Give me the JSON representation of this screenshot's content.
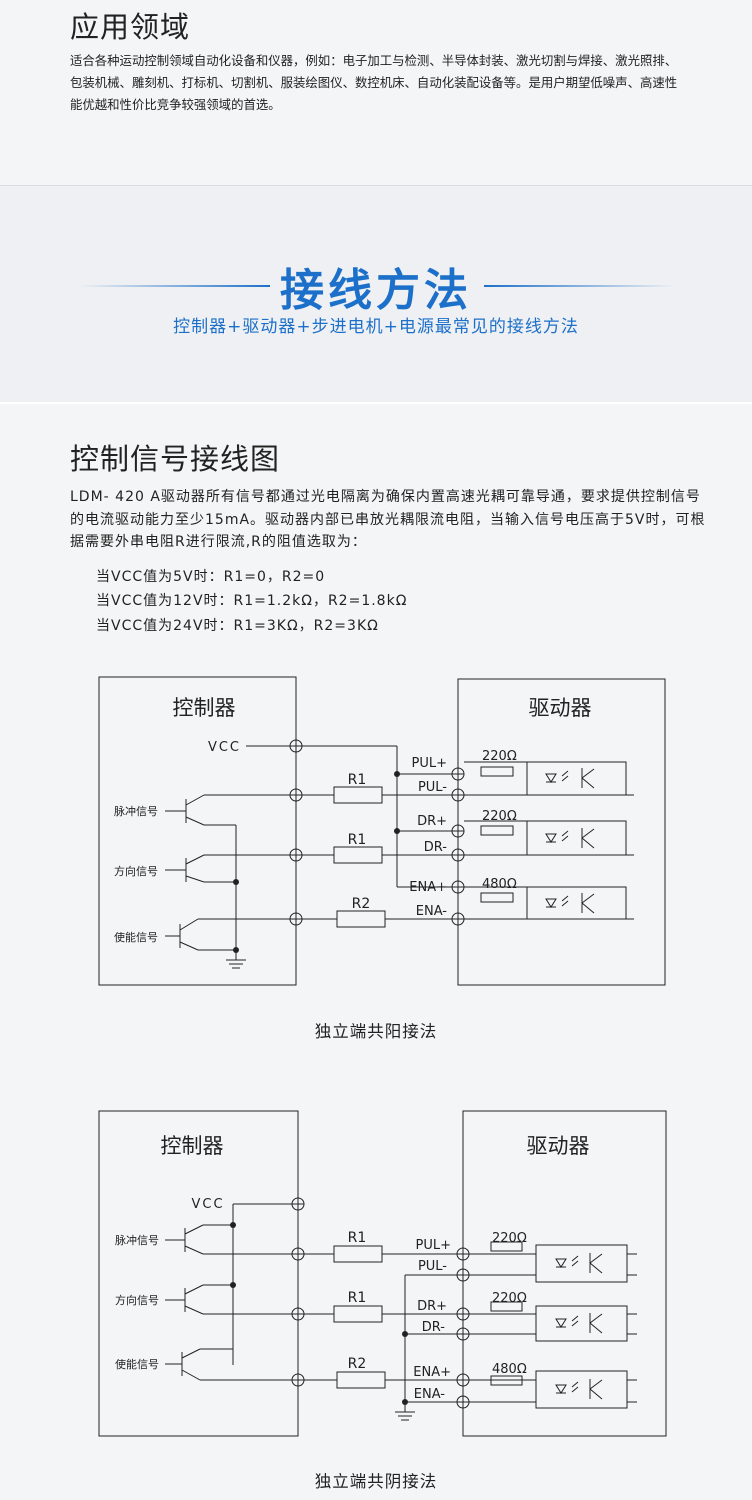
{
  "application": {
    "title": "应用领域",
    "text": "适合各种运动控制领域自动化设备和仪器，例如：电子加工与检测、半导体封装、激光切割与焊接、激光照排、包装机械、雕刻机、打标机、切割机、服装绘图仪、数控机床、自动化装配设备等。是用户期望低噪声、高速性能优越和性价比竞争较强领域的首选。"
  },
  "banner": {
    "title": "接线方法",
    "subtitle": "控制器+驱动器+步进电机+电源最常见的接线方法"
  },
  "control": {
    "title": "控制信号接线图",
    "text": "LDM- 420 A驱动器所有信号都通过光电隔离为确保内置高速光耦可靠导通，要求提供控制信号的电流驱动能力至少15mA。驱动器内部已串放光耦限流电阻，当输入信号电压高于5V时，可根据需要外串电阻R进行限流,R的阻值选取为：",
    "vcc_lines": [
      "当VCC值为5V时：R1=0，R2=0",
      "当VCC值为12V时：R1=1.2kΩ，R2=1.8kΩ",
      "当VCC值为24V时：R1=3KΩ，R2=3KΩ"
    ]
  },
  "diagram1": {
    "controller": "控制器",
    "driver": "驱动器",
    "vcc": "VCC",
    "signals": [
      "脉冲信号",
      "方向信号",
      "使能信号"
    ],
    "resistors": [
      "R1",
      "R1",
      "R2"
    ],
    "terminals": [
      "PUL+",
      "PUL-",
      "DR+",
      "DR-",
      "ENA+",
      "ENA-"
    ],
    "internal": [
      "220Ω",
      "220Ω",
      "480Ω"
    ],
    "caption": "独立端共阳接法"
  },
  "diagram2": {
    "controller": "控制器",
    "driver": "驱动器",
    "vcc": "VCC",
    "signals": [
      "脉冲信号",
      "方向信号",
      "使能信号"
    ],
    "resistors": [
      "R1",
      "R1",
      "R2"
    ],
    "terminals": [
      "PUL+",
      "PUL-",
      "DR+",
      "DR-",
      "ENA+",
      "ENA-"
    ],
    "internal": [
      "220Ω",
      "220Ω",
      "480Ω"
    ],
    "caption": "独立端共阴接法"
  }
}
